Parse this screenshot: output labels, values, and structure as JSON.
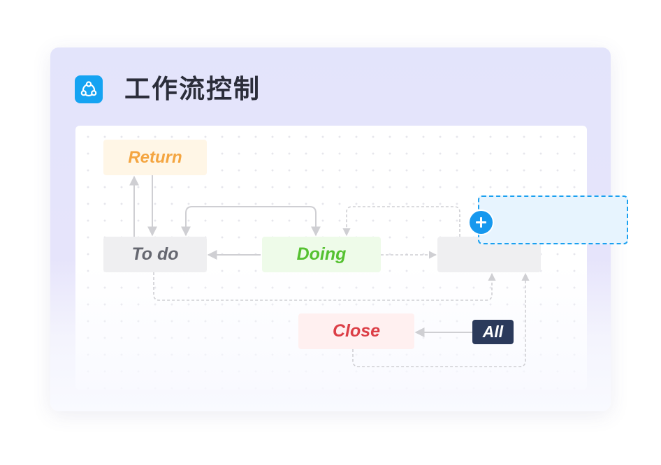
{
  "header": {
    "title": "工作流控制",
    "icon": "workflow-icon",
    "icon_color": "#15a3f2"
  },
  "nodes": {
    "return": {
      "label": "Return",
      "color": "#f4a540",
      "background": "#fff6e6"
    },
    "todo": {
      "label": "To do",
      "color": "#656770",
      "background": "#efeff1"
    },
    "doing": {
      "label": "Doing",
      "color": "#55c130",
      "background": "#eefbe9"
    },
    "empty": {
      "label": "",
      "background": "#efeff1"
    },
    "close": {
      "label": "Close",
      "color": "#dc3f47",
      "background": "#fff0f0"
    },
    "all": {
      "label": "All",
      "color": "#ffffff",
      "background": "#2b3a5b"
    }
  },
  "drop_zone": {
    "icon": "plus-icon",
    "accent": "#1698ee"
  },
  "edges": [
    {
      "from": "todo",
      "to": "return",
      "style": "solid"
    },
    {
      "from": "return",
      "to": "todo",
      "style": "solid"
    },
    {
      "from": "doing",
      "to": "todo",
      "style": "solid"
    },
    {
      "from": "todo",
      "to": "doing",
      "style": "solid"
    },
    {
      "from": "doing",
      "to": "empty",
      "style": "dashed"
    },
    {
      "from": "empty",
      "to": "doing",
      "style": "dashed"
    },
    {
      "from": "todo",
      "to": "empty",
      "style": "dashed"
    },
    {
      "from": "all",
      "to": "close",
      "style": "solid"
    },
    {
      "from": "close",
      "to": "empty",
      "style": "dashed"
    }
  ]
}
